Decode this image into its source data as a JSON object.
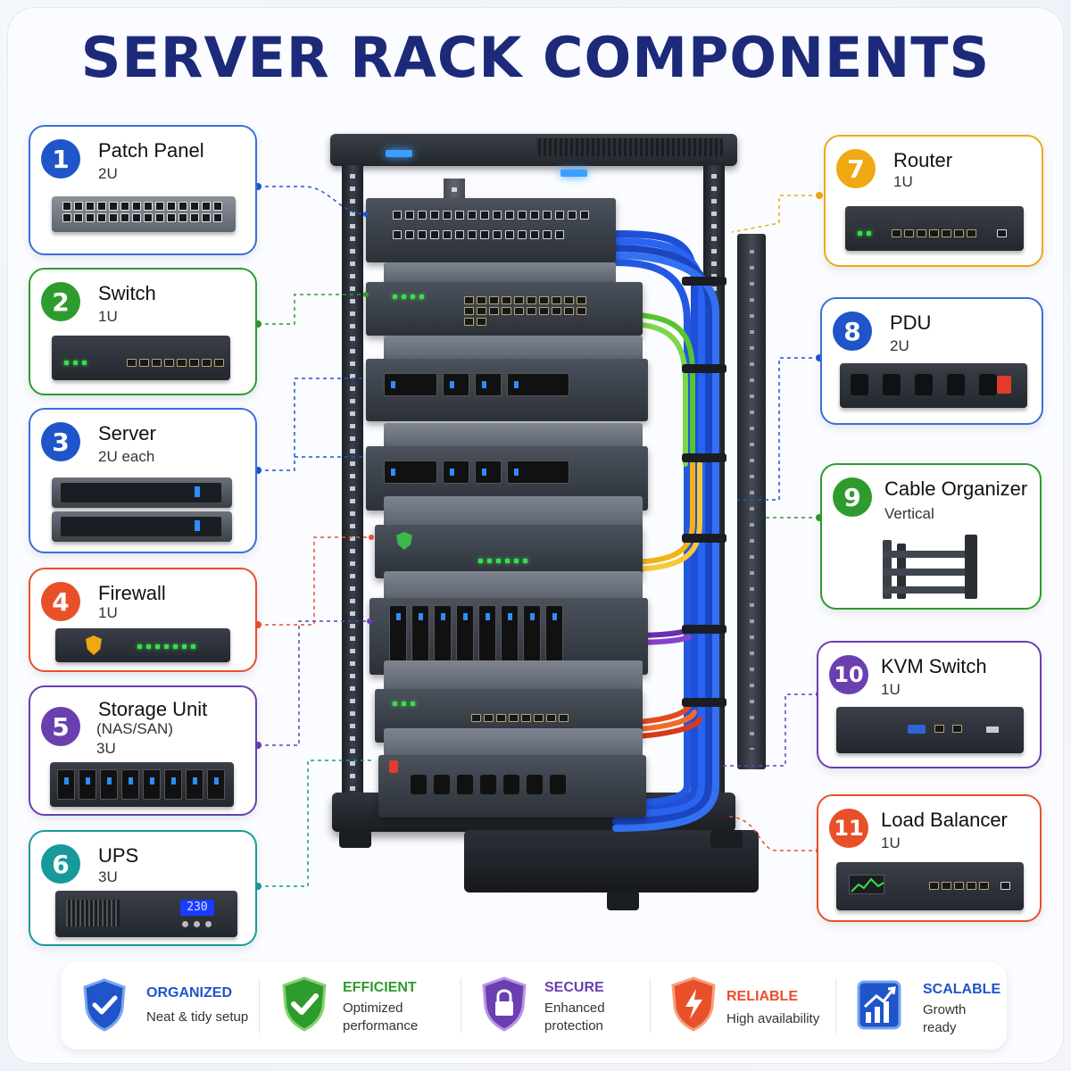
{
  "title": "SERVER RACK COMPONENTS",
  "colors": {
    "blue": "#1f55c9",
    "green": "#2e9b2e",
    "orange": "#e8502a",
    "purple": "#6a3fb0",
    "teal": "#179a9b",
    "yellow": "#f0a813",
    "title": "#1d2a7a"
  },
  "components": [
    {
      "number": "1",
      "name": "Patch Panel",
      "size": "2U"
    },
    {
      "number": "2",
      "name": "Switch",
      "size": "1U"
    },
    {
      "number": "3",
      "name": "Server",
      "size": "2U each"
    },
    {
      "number": "4",
      "name": "Firewall",
      "size": "1U"
    },
    {
      "number": "5",
      "name": "Storage Unit",
      "size": "(NAS/SAN)",
      "size2": "3U"
    },
    {
      "number": "6",
      "name": "UPS",
      "size": "3U",
      "display": "230"
    },
    {
      "number": "7",
      "name": "Router",
      "size": "1U"
    },
    {
      "number": "8",
      "name": "PDU",
      "size": "2U"
    },
    {
      "number": "9",
      "name": "Cable Organizer",
      "size": "Vertical"
    },
    {
      "number": "10",
      "name": "KVM Switch",
      "size": "1U"
    },
    {
      "number": "11",
      "name": "Load Balancer",
      "size": "1U"
    }
  ],
  "features": [
    {
      "title": "ORGANIZED",
      "line1": "Neat & tidy setup",
      "line2": "",
      "icon": "shield-check-icon",
      "color": "#1f55c9"
    },
    {
      "title": "EFFICIENT",
      "line1": "Optimized",
      "line2": "performance",
      "icon": "check-shield-icon",
      "color": "#2e9b2e"
    },
    {
      "title": "SECURE",
      "line1": "Enhanced",
      "line2": "protection",
      "icon": "lock-shield-icon",
      "color": "#6a3fb0"
    },
    {
      "title": "RELIABLE",
      "line1": "High availability",
      "line2": "",
      "icon": "lightning-shield-icon",
      "color": "#e8502a"
    },
    {
      "title": "SCALABLE",
      "line1": "Growth",
      "line2": "ready",
      "icon": "growth-chart-icon",
      "color": "#1f55c9"
    }
  ]
}
